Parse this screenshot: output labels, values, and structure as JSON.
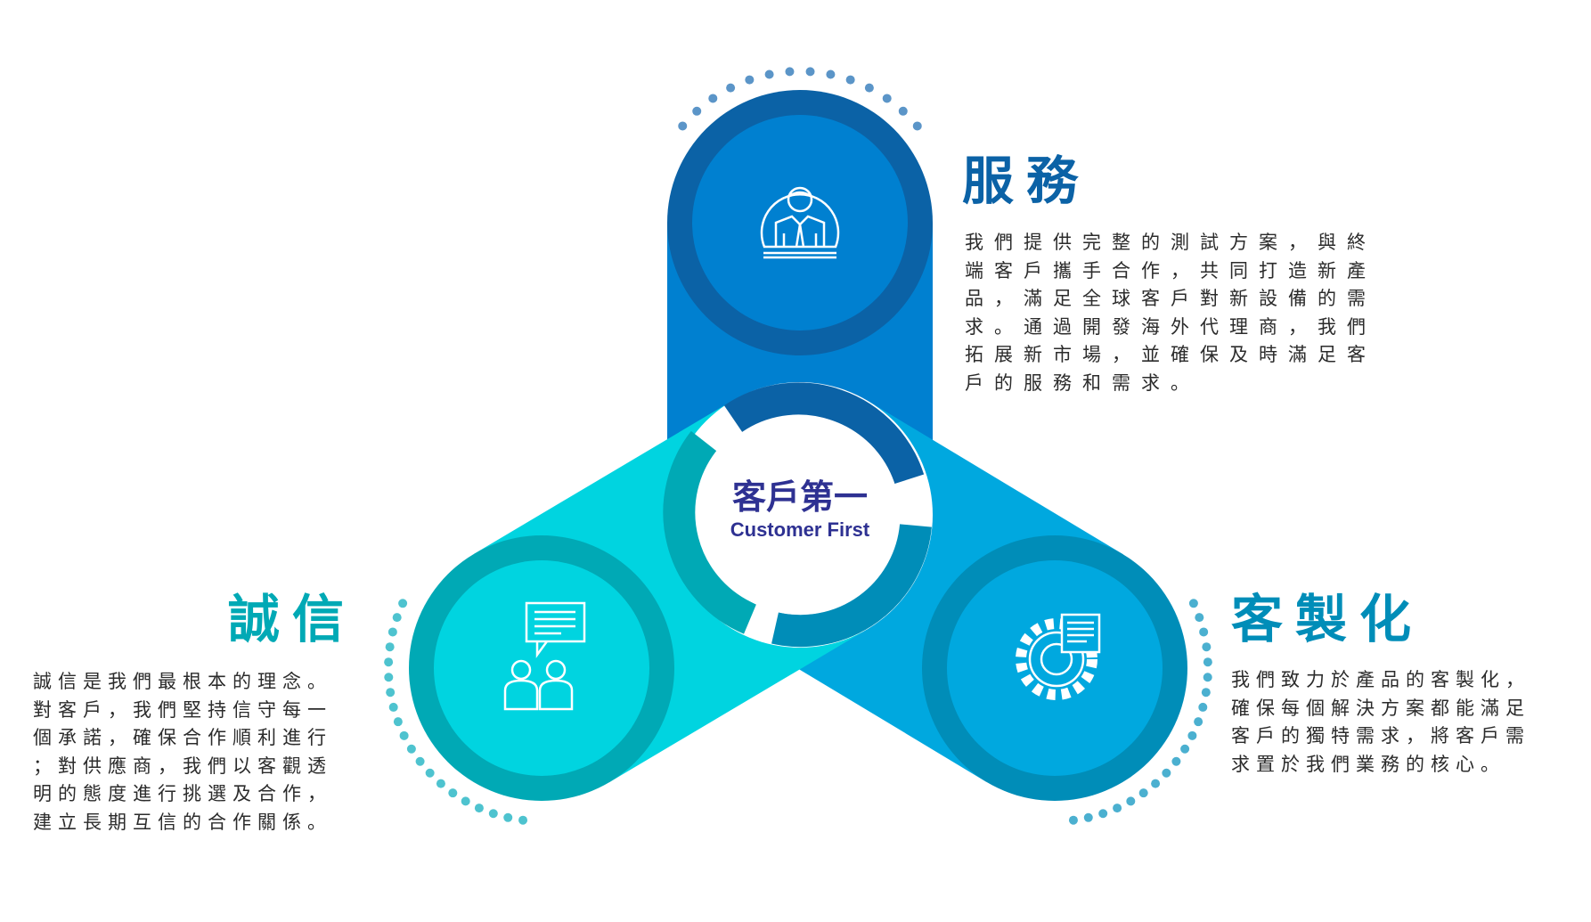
{
  "center": {
    "title": "客戶第一",
    "subtitle": "Customer First"
  },
  "service": {
    "heading": "服務",
    "icon": "customer-service-person-icon",
    "lines": [
      "我們提供完整的測試方案，與終",
      "端客戶攜手合作，共同打造新產",
      "品，滿足全球客戶對新設備的需",
      "求。通過開發海外代理商，我們",
      "拓展新市場，並確保及時滿足客",
      "戶的服務和需求。"
    ]
  },
  "integrity": {
    "heading": "誠信",
    "icon": "people-conversation-icon",
    "lines": [
      "誠信是我們最根本的理念。",
      "對客戶，我們堅持信守每一",
      "個承諾，確保合作順利進行",
      "；對供應商，我們以客觀透",
      "明的態度進行挑選及合作，",
      "建立長期互信的合作關係。"
    ]
  },
  "customization": {
    "heading": "客製化",
    "icon": "gear-document-icon",
    "lines": [
      "我們致力於產品的客製化，",
      "確保每個解決方案都能滿足",
      "客戶的獨特需求，將客戶需",
      "求置於我們業務的核心。"
    ]
  },
  "colors": {
    "service": "#0B62A6",
    "integrity": "#00A9B5",
    "customization": "#008DB8",
    "center_text": "#2E3192"
  }
}
